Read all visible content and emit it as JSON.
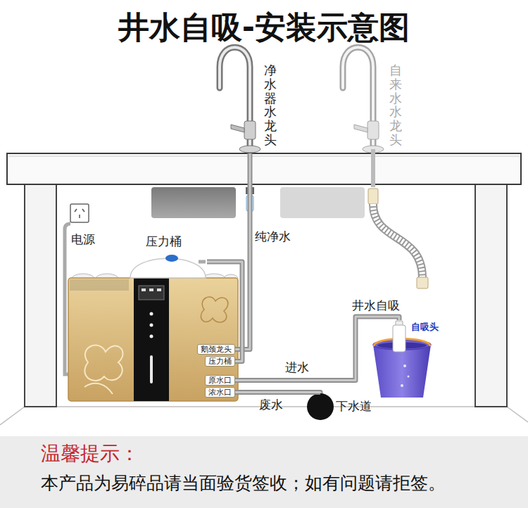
{
  "diagram": {
    "title": "井水自吸-安装示意图",
    "nodes": [
      {
        "text": [
          "净水器水龙头"
        ]
      },
      {
        "text": [
          "自来水水龙头"
        ]
      },
      {
        "text": [
          "电源"
        ]
      },
      {
        "text": [
          "压力桶"
        ]
      },
      {
        "text": [
          "鹅颈龙头"
        ]
      },
      {
        "text": [
          "压力桶"
        ]
      },
      {
        "text": [
          "原水口"
        ]
      },
      {
        "text": [
          "浓水口"
        ]
      },
      {
        "text": [
          "自吸头"
        ]
      },
      {
        "text": [
          "下水道"
        ]
      },
      {
        "text": [
          "温馨提示：",
          "本产品为易碎品请当面验货签收；如有问题请拒签。"
        ]
      }
    ],
    "edges": [
      {
        "from": 0,
        "to": 4,
        "label": "纯净水",
        "arrow": "none"
      },
      {
        "from": 3,
        "to": 5,
        "arrow": "none"
      },
      {
        "from": 8,
        "to": 6,
        "label": "进水",
        "arrow": "none"
      },
      {
        "from": 7,
        "to": 9,
        "label": "废水",
        "arrow": "none"
      }
    ],
    "labels": [
      "井水自吸"
    ]
  }
}
